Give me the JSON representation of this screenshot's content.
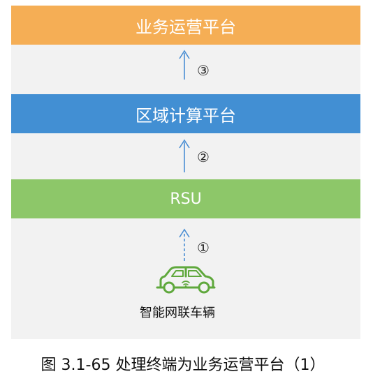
{
  "layers": {
    "top": "业务运营平台",
    "middle": "区域计算平台",
    "rsu": "RSU"
  },
  "steps": [
    "①",
    "②",
    "③"
  ],
  "vehicle": {
    "label": "智能网联车辆",
    "icon": "car-icon",
    "color": "#5fa83c"
  },
  "caption": "图 3.1-65  处理终端为业务运营平台（1）",
  "colors": {
    "top": "#f5ae55",
    "middle": "#428fd3",
    "rsu": "#8dc769",
    "arrow": "#4a8ed3",
    "panel": "#f2f2f2"
  }
}
